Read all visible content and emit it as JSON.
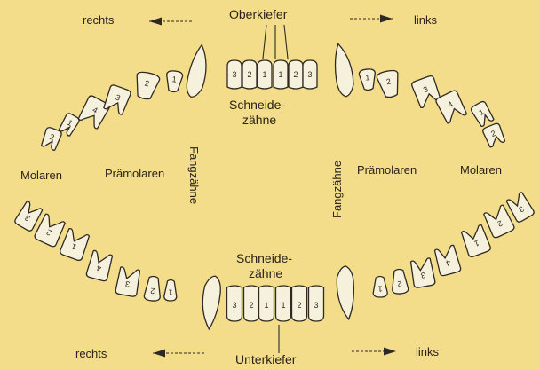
{
  "colors": {
    "background": "#f3dc8a",
    "tooth_fill": "#f6f1dc",
    "outline": "#2e2a22"
  },
  "upper_jaw": {
    "title": "Oberkiefer",
    "dir_right": "rechts",
    "dir_left": "links",
    "incisors_label": [
      "Schneide-",
      "zähne"
    ],
    "molars_left_label": "Molaren",
    "premolars_left_label": "Prämolaren",
    "premolars_right_label": "Prämolaren",
    "molars_right_label": "Molaren",
    "canine_left_label": "Fangzähne",
    "canine_right_label": "Fangzähne",
    "incisor_numbers": [
      "3",
      "2",
      "1",
      "1",
      "2",
      "3"
    ],
    "left_cheek_numbers": [
      "2",
      "1",
      "4",
      "3",
      "2",
      "1"
    ],
    "right_cheek_numbers": [
      "1",
      "2",
      "3",
      "4",
      "1",
      "2"
    ]
  },
  "lower_jaw": {
    "title": "Unterkiefer",
    "dir_right": "rechts",
    "dir_left": "links",
    "incisors_label": [
      "Schneide-",
      "zähne"
    ],
    "incisor_numbers": [
      "3",
      "2",
      "1",
      "1",
      "2",
      "3"
    ],
    "left_cheek_numbers": [
      "3",
      "2",
      "1",
      "4",
      "3",
      "2",
      "1"
    ],
    "right_cheek_numbers": [
      "1",
      "2",
      "3",
      "4",
      "1",
      "2",
      "3"
    ]
  }
}
